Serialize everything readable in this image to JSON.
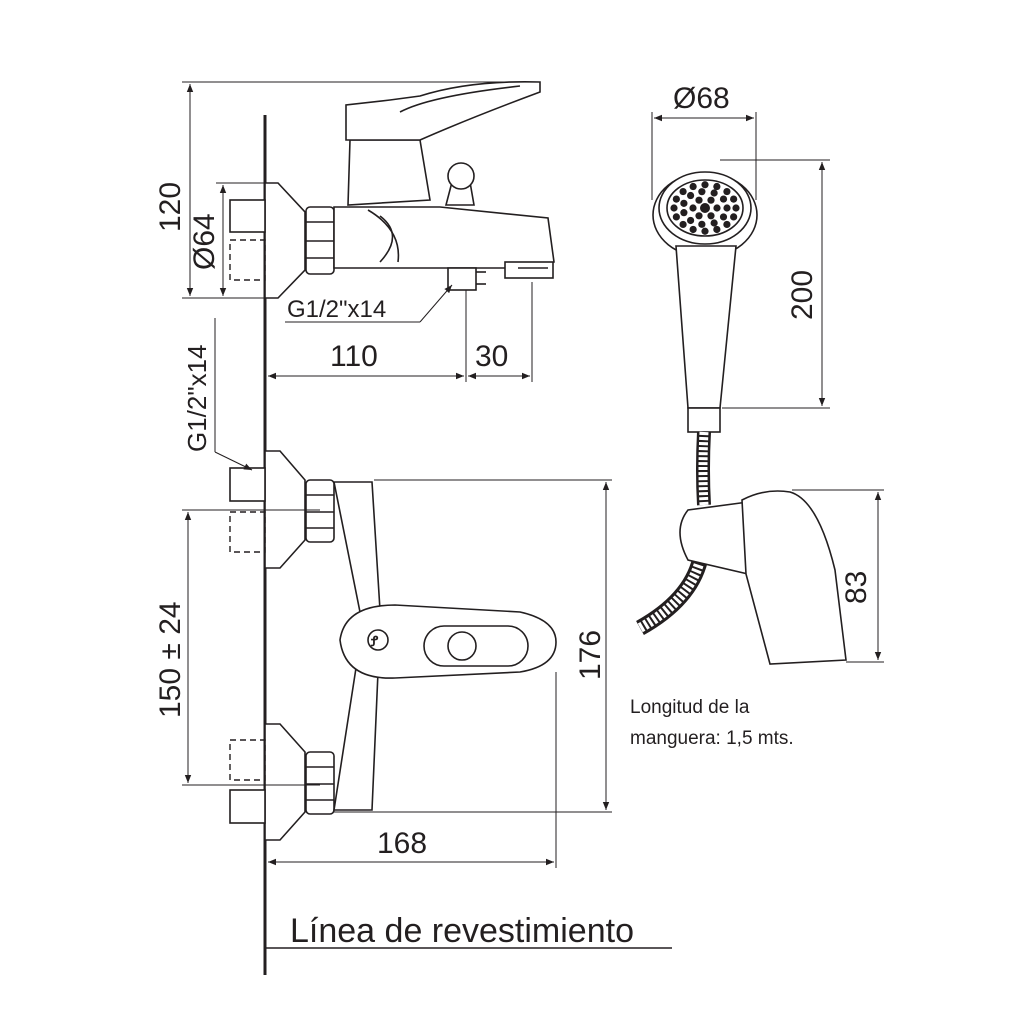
{
  "dimensions": {
    "overall_height_top": "120",
    "flange_diameter": "Ø64",
    "thread_spout": "G1/2\"x14",
    "body_depth": "110",
    "spout_extension": "30",
    "thread_inlet": "G1/2\"x14",
    "inlet_spacing": "150 ± 24",
    "body_height_front": "176",
    "body_width_front": "168",
    "shower_head_diameter": "Ø68",
    "shower_handle_length": "200",
    "wall_bracket_height": "83"
  },
  "notes": {
    "hose_line1": "Longitud de la",
    "hose_line2": "manguera: 1,5 mts."
  },
  "legend": {
    "wall_line": "Línea de revestimiento"
  }
}
